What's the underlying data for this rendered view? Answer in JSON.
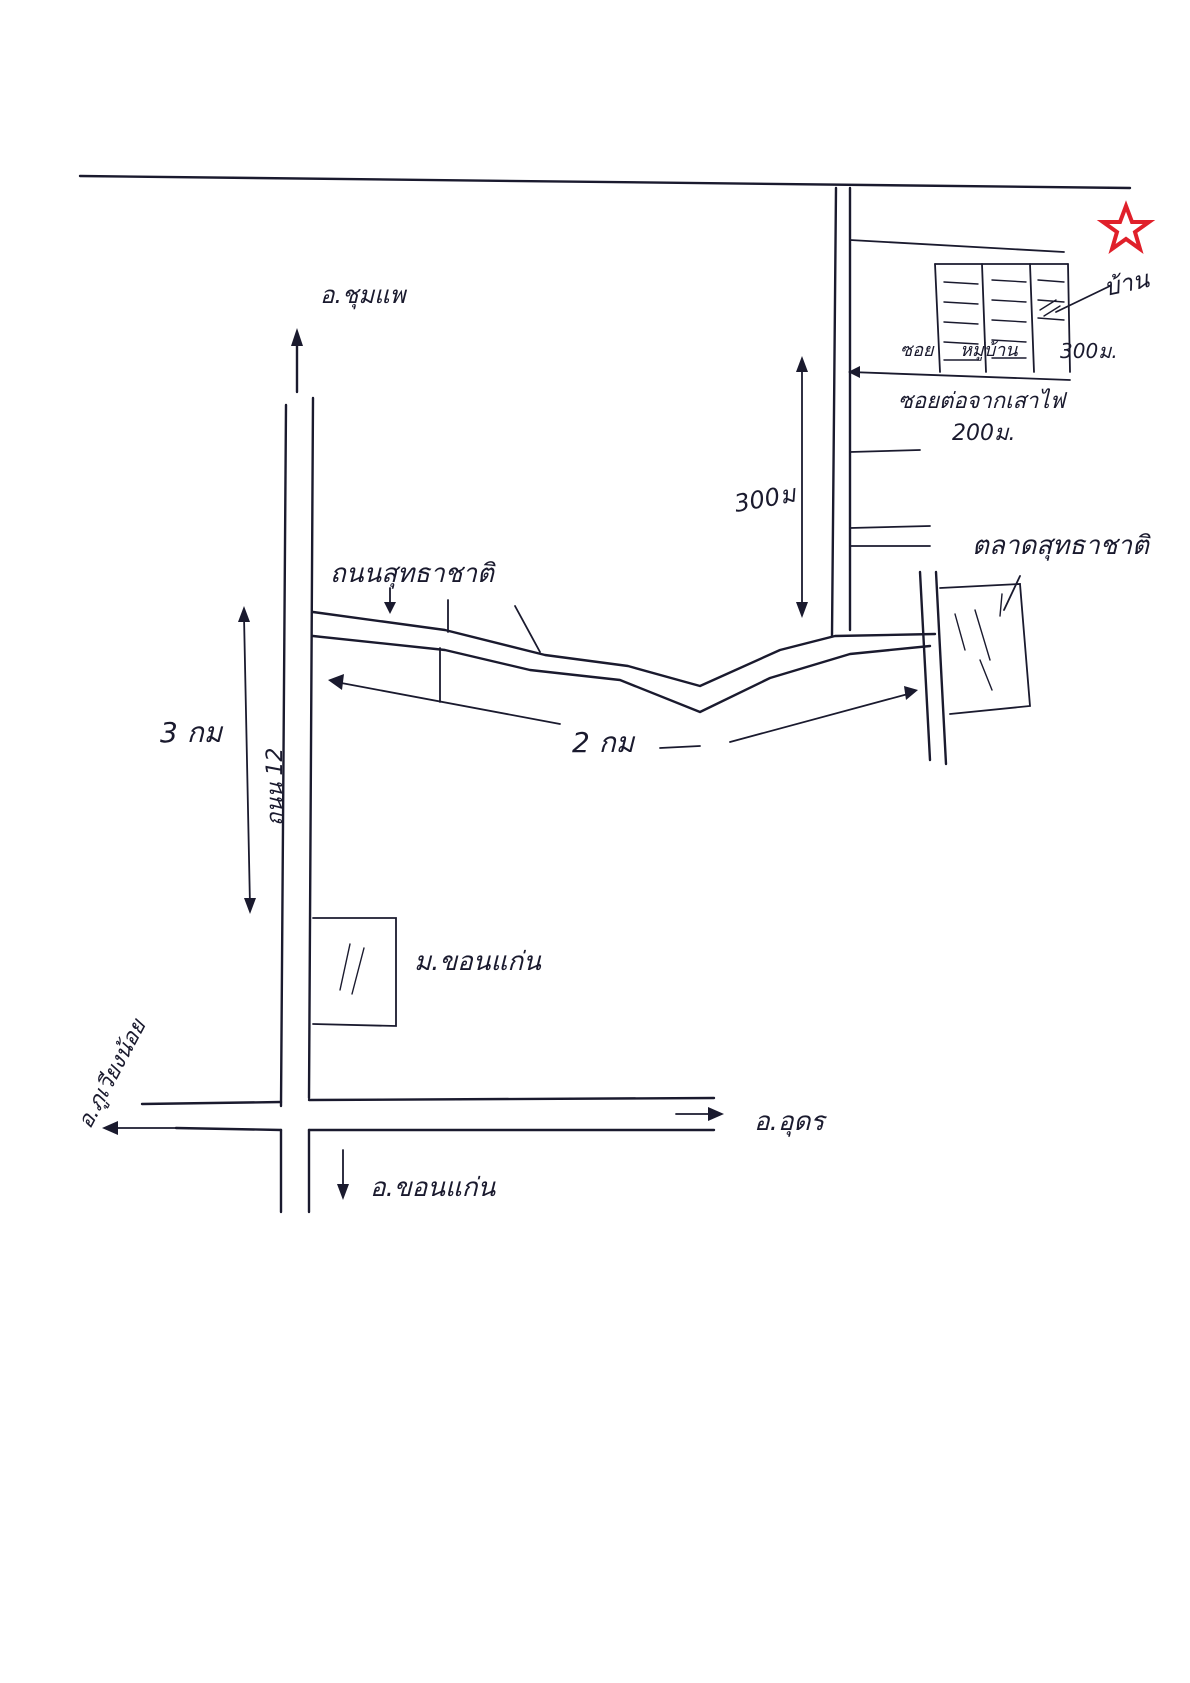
{
  "labels": {
    "north_destination": "อ.ชุมแพ",
    "east_destination": "อ.อุดร",
    "south_destination": "อ.ขอนแก่น",
    "west_destination": "อ.ภูเวียงน้อย",
    "main_road_name": "ถนน 12",
    "side_road_name": "ถนนสุทธาชาติ",
    "dist_main_road": "3 กม",
    "dist_side_road": "2 กม",
    "dist_north_lane": "300ม",
    "university": "ม.ขอนแก่น",
    "market": "ตลาดสุทธาชาติ",
    "house": "บ้าน",
    "note_left": "ซอย",
    "note_mid": "หมู่บ้าน",
    "note_right": "300ม.",
    "power_pole": "ซอยต่อจากเสาไฟ",
    "dist_200": "200ม."
  },
  "colors": {
    "ink": "#1a1a2e",
    "star": "#e0202a"
  },
  "icons": {
    "destination_marker": "star-icon"
  }
}
